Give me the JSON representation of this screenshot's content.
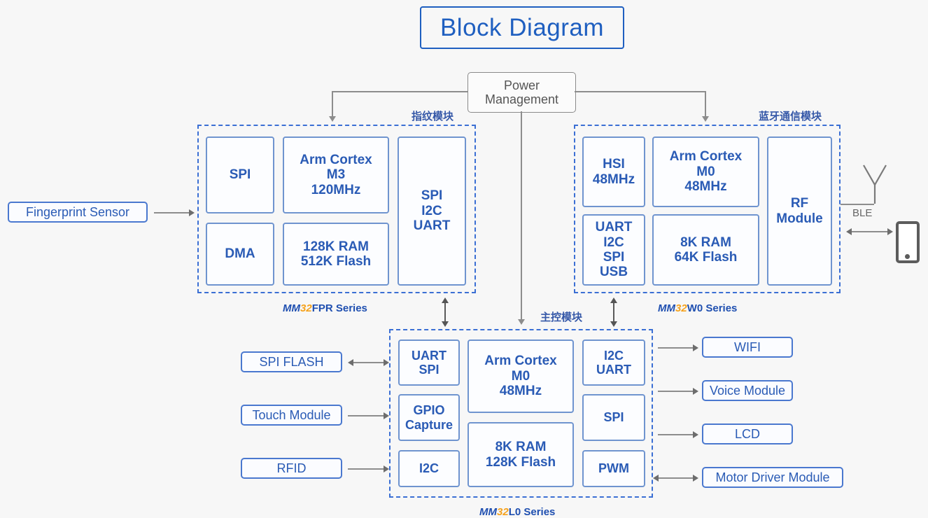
{
  "title": "Block Diagram",
  "power": {
    "label": "Power\nManagement",
    "line1": "Power",
    "line2": "Management"
  },
  "colors": {
    "background": "#f7f7f7",
    "title_blue": "#1f5fc0",
    "block_blue": "#2a5bb5",
    "block_border": "#6f94cf",
    "dashed_border": "#3b6fd4",
    "accent_orange": "#f5a21c",
    "connector_gray": "#8d8d8d"
  },
  "modules": {
    "fingerprint": {
      "caption": "指纹模块",
      "series_prefix": "MM",
      "series_number": "32",
      "series_suffix": "FPR Series",
      "blocks": {
        "spi": "SPI",
        "dma": "DMA",
        "core_l1": "Arm Cortex",
        "core_l2": "M3",
        "core_l3": "120MHz",
        "mem_l1": "128K RAM",
        "mem_l2": "512K Flash",
        "io_l1": "SPI",
        "io_l2": "I2C",
        "io_l3": "UART"
      }
    },
    "bluetooth": {
      "caption": "蓝牙通信模块",
      "series_prefix": "MM",
      "series_number": "32",
      "series_suffix": "W0 Series",
      "blocks": {
        "hsi_l1": "HSI",
        "hsi_l2": "48MHz",
        "io_l1": "UART",
        "io_l2": "I2C",
        "io_l3": "SPI",
        "io_l4": "USB",
        "core_l1": "Arm Cortex",
        "core_l2": "M0",
        "core_l3": "48MHz",
        "mem_l1": "8K RAM",
        "mem_l2": "64K Flash",
        "rf_l1": "RF",
        "rf_l2": "Module"
      }
    },
    "main": {
      "caption": "主控模块",
      "series_prefix": "MM",
      "series_number": "32",
      "series_suffix": "L0 Series",
      "blocks": {
        "left1_l1": "UART",
        "left1_l2": "SPI",
        "left2_l1": "GPIO",
        "left2_l2": "Capture",
        "left3": "I2C",
        "core_l1": "Arm Cortex",
        "core_l2": "M0",
        "core_l3": "48MHz",
        "mem_l1": "8K RAM",
        "mem_l2": "128K Flash",
        "right1_l1": "I2C",
        "right1_l2": "UART",
        "right2": "SPI",
        "right3": "PWM"
      }
    }
  },
  "peripherals": {
    "fingerprint_sensor": "Fingerprint Sensor",
    "left": [
      {
        "label": "SPI FLASH",
        "arrow": "bidirectional"
      },
      {
        "label": "Touch Module",
        "arrow": "right"
      },
      {
        "label": "RFID",
        "arrow": "right"
      }
    ],
    "right": [
      {
        "label": "WIFI",
        "arrow": "right"
      },
      {
        "label": "Voice Module",
        "arrow": "right"
      },
      {
        "label": "LCD",
        "arrow": "right"
      },
      {
        "label": "Motor Driver Module",
        "arrow": "bidirectional"
      }
    ]
  },
  "wireless": {
    "ble_label": "BLE",
    "antenna_icon": "antenna-icon",
    "phone_icon": "smartphone-icon"
  }
}
